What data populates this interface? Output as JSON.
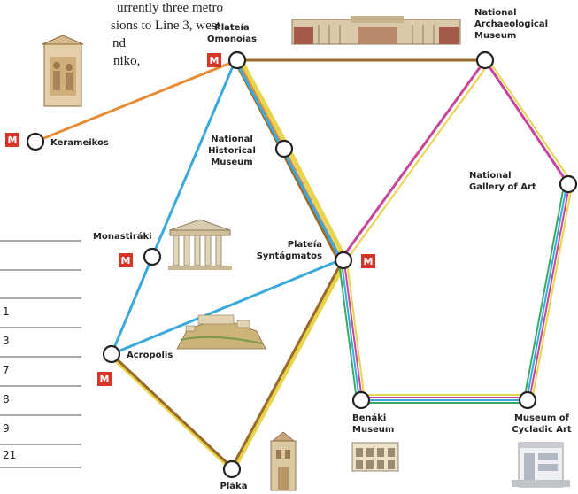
{
  "intro_text": [
    "urrently three metro",
    "sions to Line 3, west",
    "nd",
    "niko,"
  ],
  "metro_badge": "M",
  "colors": {
    "blue": "#3aa9dc",
    "orange": "#e88c33",
    "brown": "#9a6a2a",
    "yellow": "#e8d44a",
    "magenta": "#c8469a",
    "green": "#3aa86a",
    "metro_red": "#d8352a"
  },
  "stations": {
    "omonoias": "Plateía\nOmonoías",
    "archaeological": "National\nArchaeological\nMuseum",
    "kerameikos": "Kerameikos",
    "historical": "National\nHistorical\nMuseum",
    "gallery": "National\nGallery of Art",
    "monastiraki": "Monastiráki",
    "syntagmatos": "Plateía\nSyntágmatos",
    "acropolis": "Acropolis",
    "benaki": "Benáki\nMuseum",
    "cycladic": "Museum of\nCycladic Art",
    "plaka": "Pláka"
  },
  "table_numbers": [
    "1",
    "3",
    "7",
    "8",
    "9",
    "21"
  ]
}
